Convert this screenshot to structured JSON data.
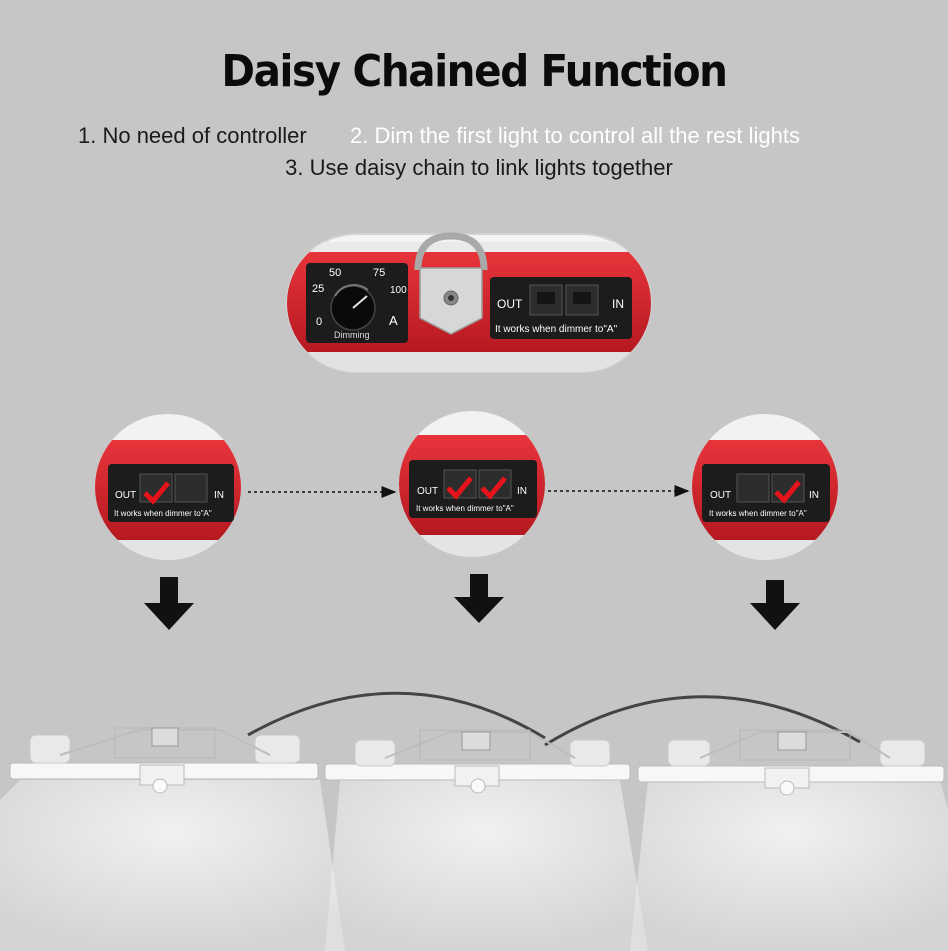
{
  "title": "Daisy Chained Function",
  "features": [
    "1. No need of controller",
    "2. Dim the first light to control all the rest lights",
    "3. Use daisy chain to link lights together"
  ],
  "main_panel": {
    "dial_ticks": [
      "0",
      "25",
      "50",
      "75",
      "100",
      "A"
    ],
    "dial_label": "Dimming",
    "port_out": "OUT",
    "port_in": "IN",
    "note": "It works when dimmer to\"A\""
  },
  "small_panel": {
    "port_out": "OUT",
    "port_in": "IN",
    "note": "It works when dimmer to\"A\""
  },
  "colors": {
    "background": "#c6c6c6",
    "panel_red": "#d8232a",
    "check_red": "#e5141b",
    "subtitle_highlight": "#ffffff"
  }
}
